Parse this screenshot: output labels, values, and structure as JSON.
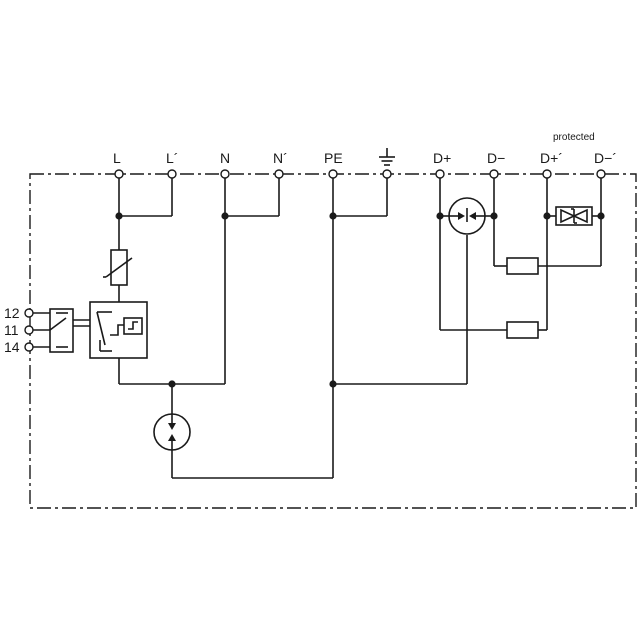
{
  "diagram": {
    "terminals_top": [
      "L",
      "L´",
      "N",
      "N´",
      "PE",
      "D+",
      "D−",
      "D+´",
      "D−´"
    ],
    "protected_label": "protected",
    "terminals_left": [
      "12",
      "11",
      "14"
    ]
  }
}
